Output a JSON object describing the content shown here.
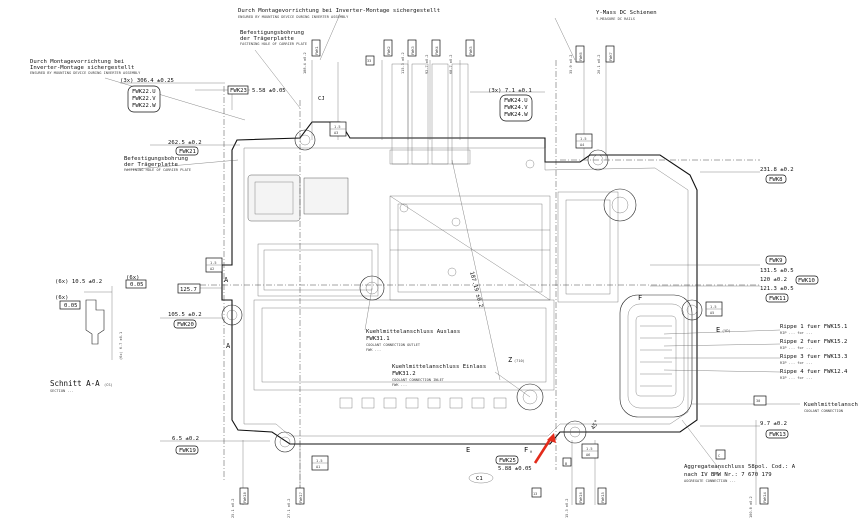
{
  "top_notes": {
    "inverter_note": "Durch Montagevorrichtung bei Inverter-Montage sichergestellt",
    "inverter_note_sub": "ENSURED BY MOUNTING DEVICE DURING INVERTER ASSEMBLY",
    "left_note_1": "Durch Montagevorrichtung bei",
    "left_note_2": "Inverter-Montage sichergestellt",
    "left_note_sub": "ENSURED BY MOUNTING DEVICE DURING INVERTER ASSEMBLY",
    "carrier_hole_1": "Befestigungsbohrung",
    "carrier_hole_2": "der Trägerplatte",
    "carrier_hole_sub": "FASTENING HOLE OF CARRIER PLATE",
    "y_mass": "Y-Mass DC Schienen",
    "y_mass_sub": "Y-MEASURE DC RAILS"
  },
  "dimensions": {
    "d_306": "(3x) 306.4 ±0.25",
    "fwk22": [
      "FWK22.U",
      "FWK22.V",
      "FWK22.W"
    ],
    "fwk23": "FWK23",
    "d_558": "5.58 ±0.05",
    "d_771": "(3x) 7.1 ±0.1",
    "fwk24": [
      "FWK24.U",
      "FWK24.V",
      "FWK24.W"
    ],
    "d_262": "262.5 ±0.2",
    "fwk21": "FWK21",
    "d_2318": "231.8 ±0.2",
    "fwk8": "FWK8",
    "fwk9": "FWK9",
    "d_1315": "131.5 ±0.5",
    "d_1201": "120 ±0.2",
    "d_1213": "121.3 ±0.5",
    "fwk10": "FWK10",
    "fwk11": "FWK11",
    "d_1053": "105.5 ±0.2",
    "fwk20": "FWK20",
    "d_1257": "125.7",
    "d_65": "6.5 ±0.2",
    "fwk19": "FWK19",
    "d_97": "9.7 ±0.2",
    "fwk13": "FWK13",
    "fwk25": "FWK25",
    "d_588": "5.88 ±0.05",
    "d_1871": "187.19 ±0.2",
    "fwk_top": [
      "FWK1",
      "FWK2",
      "FWK3",
      "FWK4",
      "FWK5",
      "FWK6",
      "FWK7"
    ],
    "fwk_bottom": [
      "FWK18",
      "FWK17",
      "FWK16",
      "FWK15",
      "FWK14"
    ],
    "d_top_v": [
      "188.4 ±0.2",
      "115.3 ±0.2",
      "92.7 ±0.2",
      "68.7 ±0.2",
      "35.9 ±0.2",
      "20.1 ±0.2"
    ],
    "d_bottom_v": [
      "25.1 ±0.2",
      "27.1 ±0.2",
      "15.3 ±0.2",
      "100.8 ±0.2"
    ],
    "boxed": [
      "33",
      "30",
      "C",
      "13",
      "B"
    ],
    "angle": "45°"
  },
  "section": {
    "title": "Schnitt A-A",
    "scale": "(CS)",
    "sub": "SECTION ...",
    "d_6x_10": "(6x) 10.5 ±0.2",
    "box_005a": "0.05",
    "d_6x": "(6x)",
    "box_005b": "0.05",
    "d_67": "(6x) 6.7 ±0.1",
    "tol_6x": "(6x)"
  },
  "views": [
    "1.5",
    "A3",
    "1.5",
    "A4",
    "1.5",
    "A2",
    "1.5",
    "A5",
    "1.5",
    "A1",
    "1.5",
    "A6",
    "C1",
    "CJ"
  ],
  "labels": {
    "outlet_1": "Kuehlmittelanschluss Auslass",
    "outlet_2": "FWK31.1",
    "outlet_sub": "COOLANT CONNECTION OUTLET",
    "outlet_fwk": "FWK ...",
    "inlet_1": "Kuehlmittelanschluss Einlass",
    "inlet_2": "FWK31.2",
    "inlet_sub": "COOLANT CONNECTION INLET",
    "inlet_fwk": "FWK ...",
    "rib1": "Rippe 1 fuer FWK15.1",
    "rib2": "Rippe 2 fuer FWK15.2",
    "rib3": "Rippe 3 fuer FWK13.3",
    "rib4": "Rippe 4 fuer FWK12.4",
    "rib_sub": "RIP ... for ...",
    "coolant_right": "Kuehlmittelansch",
    "coolant_right_sub": "COOLANT CONNECTION",
    "aggregate_1": "Aggregateanschluss 58pol. Cod.: A",
    "aggregate_2": "nach IV BMW Nr.: 7 670 179",
    "aggregate_sub": "AGGREGATE CONNECTION ...",
    "view_z": "Z",
    "view_z_scale": "(710)",
    "view_e": "E",
    "view_e_scale": "(YD)",
    "letter_a": "A",
    "letter_f": "F",
    "letter_fh": "F",
    "letter_h": "H",
    "letter_e": "E"
  }
}
